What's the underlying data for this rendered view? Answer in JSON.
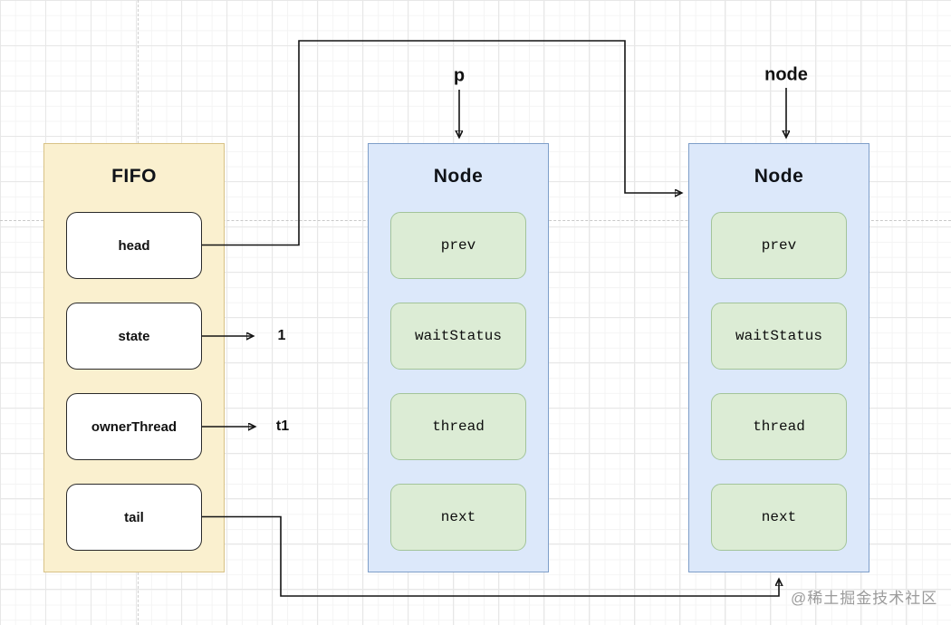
{
  "diagram": {
    "fifo": {
      "title": "FIFO",
      "fields": [
        "head",
        "state",
        "ownerThread",
        "tail"
      ]
    },
    "nodes": [
      {
        "title": "Node",
        "pointer_label": "p",
        "fields": [
          "prev",
          "waitStatus",
          "thread",
          "next"
        ]
      },
      {
        "title": "Node",
        "pointer_label": "node",
        "fields": [
          "prev",
          "waitStatus",
          "thread",
          "next"
        ]
      }
    ],
    "values": {
      "state_value": "1",
      "owner_thread_value": "t1"
    },
    "watermark": "@稀土掘金技术社区",
    "colors": {
      "fifo_fill": "#FAF0CF",
      "fifo_border": "#D8C286",
      "node_fill": "#DCE8FA",
      "node_border": "#7E9EC9",
      "green_fill": "#DCECD5",
      "green_border": "#A3C49A",
      "field_border": "#2A2A2A",
      "line_color": "#141414",
      "watermark_color": "#9B9B9B"
    }
  }
}
